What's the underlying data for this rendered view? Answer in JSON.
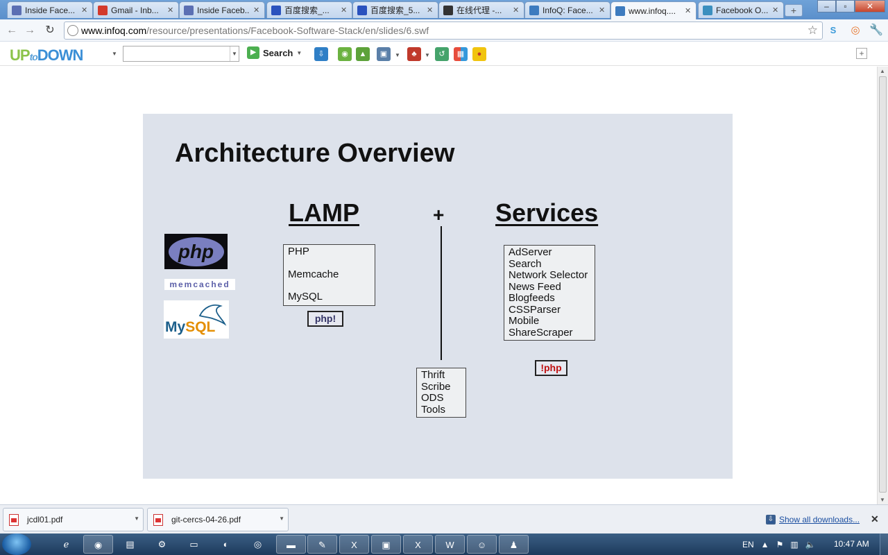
{
  "tabs": [
    {
      "title": "Inside Face...",
      "icon": "infoq-favicon-icon",
      "color": "#5b6fb3",
      "active": false
    },
    {
      "title": "Gmail - Inb...",
      "icon": "gmail-icon",
      "color": "#d33a2c",
      "active": false
    },
    {
      "title": "Inside Faceb...",
      "icon": "infoq-favicon-icon",
      "color": "#5b6fb3",
      "active": false
    },
    {
      "title": "百度搜索_...",
      "icon": "baidu-paw-icon",
      "color": "#2a52be",
      "active": false
    },
    {
      "title": "百度搜索_5...",
      "icon": "baidu-paw-icon",
      "color": "#2a52be",
      "active": false
    },
    {
      "title": "在线代理 -...",
      "icon": "proxy-site-icon",
      "color": "#333333",
      "active": false
    },
    {
      "title": "InfoQ: Face...",
      "icon": "infoq-icon",
      "color": "#3d7bbf",
      "active": false
    },
    {
      "title": "www.infoq....",
      "icon": "infoq-icon",
      "color": "#3d7bbf",
      "active": true
    },
    {
      "title": "Facebook O...",
      "icon": "globe-icon",
      "color": "#3a8fbf",
      "active": false
    }
  ],
  "address": {
    "host": "www.infoq.com",
    "path": "/resource/presentations/Facebook-Software-Stack/en/slides/6.swf"
  },
  "toolbar": {
    "logo_up": "UP",
    "logo_to": "to",
    "logo_down": "DOWN",
    "search_value": "",
    "search_label": "Search"
  },
  "slide": {
    "title": "Architecture Overview",
    "lamp_heading": "LAMP",
    "plus": "+",
    "services_heading": "Services",
    "lamp_items": [
      "PHP",
      "Memcache",
      "MySQL"
    ],
    "php_tag": "php!",
    "services_items": [
      "AdServer",
      "Search",
      "Network Selector",
      "News Feed",
      "Blogfeeds",
      "CSSParser",
      "Mobile",
      "ShareScraper"
    ],
    "not_php_tag": "!php",
    "tools_items": [
      "Thrift",
      "Scribe",
      "ODS",
      "Tools"
    ],
    "php_logo_text": "php",
    "memcached_logo_text": "memcached",
    "mysql_my": "My",
    "mysql_sql": "SQL"
  },
  "downloads": {
    "items": [
      "jcdl01.pdf",
      "git-cercs-04-26.pdf"
    ],
    "show_all": "Show all downloads..."
  },
  "taskbar": {
    "language": "EN",
    "clock": "10:47 AM"
  }
}
